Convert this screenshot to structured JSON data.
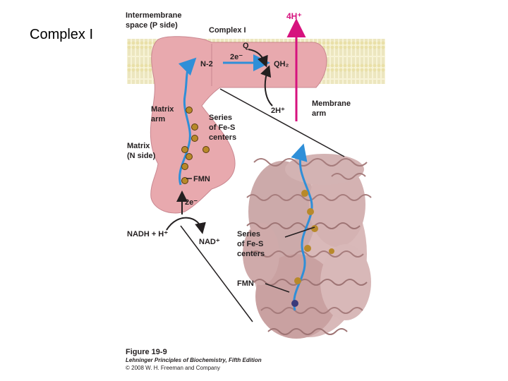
{
  "slide": {
    "title": "Complex I"
  },
  "diagram": {
    "labels": {
      "intermembrane": [
        "Intermembrane",
        "space (P side)"
      ],
      "complex_title": "Complex I",
      "four_h": "4H⁺",
      "q": "Q",
      "n2": "N-2",
      "two_e_top": "2e⁻",
      "qh2": "QH₂",
      "two_h": "2H⁺",
      "membrane_arm": [
        "Membrane",
        "arm"
      ],
      "matrix_arm": [
        "Matrix",
        "arm"
      ],
      "series_top": [
        "Series",
        "of Fe-S",
        "centers"
      ],
      "matrix_n": [
        "Matrix",
        "(N side)"
      ],
      "fmn_top": "FMN",
      "two_e_bottom": "2e⁻",
      "nadh": "NADH + H⁺",
      "nad": "NAD⁺",
      "series_bottom": [
        "Series",
        "of Fe-S",
        "centers"
      ],
      "fmn_bottom": "FMN"
    },
    "caption": {
      "figure": "Figure 19-9",
      "book": "Lehninger Principles of Biochemistry, Fifth Edition",
      "copyright": "© 2008 W. H. Freeman and Company"
    },
    "colors": {
      "protein": "#e8a9ae",
      "protein_stroke": "#c98790",
      "membrane": "#f4efc6",
      "electron_path": "#2f8fd8",
      "proton_arrow": "#d6127e",
      "fes_cluster": "#b8892a",
      "crystal": "#c9a3a3"
    }
  }
}
